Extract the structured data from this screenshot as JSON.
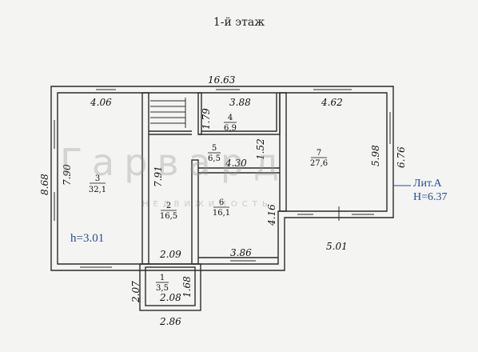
{
  "title": "1-й этаж",
  "dimensions": {
    "total_width": "16.63",
    "room3_width": "4.06",
    "room4_width": "3.88",
    "room7_width": "4.62",
    "left_height": "8.68",
    "room3_height": "7.90",
    "room2_height": "7.91",
    "room4_height": "1.79",
    "room5_height": "1.52",
    "room5_width": "4.30",
    "room6_height": "4.16",
    "room6_width": "3.86",
    "room7_height": "5.98",
    "right_height": "6.76",
    "room7_bottom": "5.01",
    "room2_bottom": "2.09",
    "room1_width_inner": "2.08",
    "room1_left_height": "2.07",
    "room1_right_height": "1.68",
    "room1_width_outer": "2.86"
  },
  "rooms": [
    {
      "number": "3",
      "area": "32,1"
    },
    {
      "number": "2",
      "area": "16,5"
    },
    {
      "number": "4",
      "area": "6,9"
    },
    {
      "number": "5",
      "area": "6,5"
    },
    {
      "number": "6",
      "area": "16,1"
    },
    {
      "number": "7",
      "area": "27,6"
    },
    {
      "number": "1",
      "area": "3,5"
    }
  ],
  "ceiling_height": "h=3.01",
  "building_label": {
    "line1": "Лит.А",
    "line2": "H=6.37"
  },
  "watermark": {
    "main": "Гарвард",
    "sub": "НЕДВИЖИМОСТЬ"
  },
  "colors": {
    "wall": "#2b2b2b",
    "dim_text": "#111111",
    "label_blue": "#2a4d8f"
  }
}
